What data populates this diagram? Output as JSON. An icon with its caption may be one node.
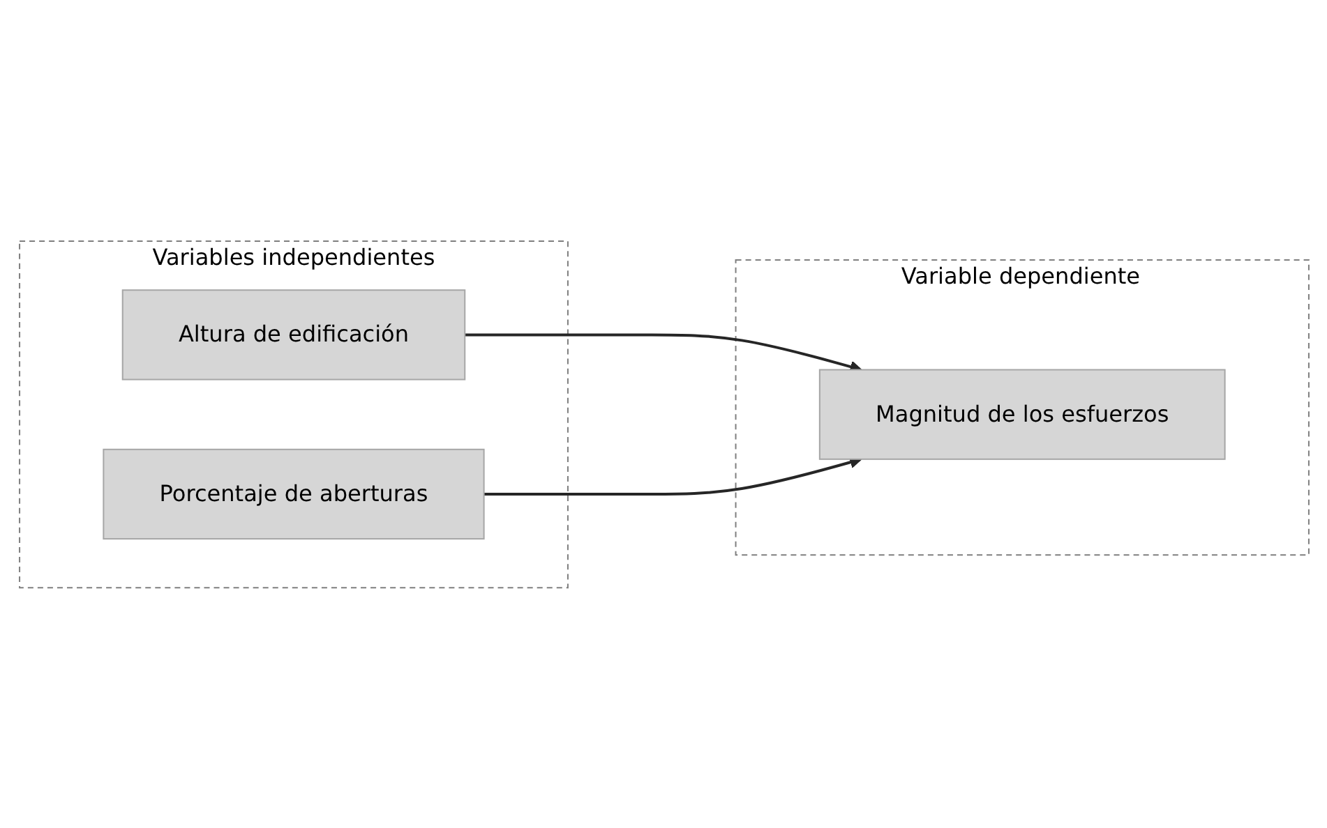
{
  "diagram": {
    "nodes": [
      {
        "text": [
          "Variables independientes"
        ]
      },
      {
        "text": [
          "Altura de edificación"
        ],
        "in": 0
      },
      {
        "text": [
          "Porcentaje de aberturas"
        ],
        "in": 0
      },
      {
        "text": [
          "Variable dependiente"
        ]
      },
      {
        "text": [
          "Magnitud de los esfuerzos"
        ],
        "in": 3
      }
    ],
    "edges": [
      {
        "from": 1,
        "to": 4,
        "arrow": "to"
      },
      {
        "from": 2,
        "to": 4,
        "arrow": "to"
      }
    ]
  }
}
